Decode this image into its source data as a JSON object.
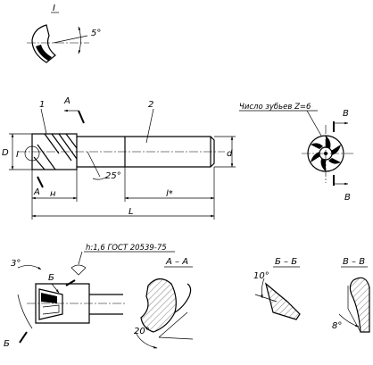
{
  "labels": {
    "detail_mark": "I",
    "detail_angle": "5°",
    "pos_1": "1",
    "pos_2": "2",
    "section_a_top": "A",
    "section_a_bottom": "A",
    "dim_D": "D",
    "dim_d": "d",
    "dim_I": "I",
    "dim_h": "н",
    "dim_l": "l*",
    "dim_L": "L",
    "helix_angle": "25°",
    "teeth_note": "Число зубьев Z=6",
    "section_b_top": "Б",
    "section_b_bottom": "Б",
    "section_v_top": "В",
    "section_v_bottom": "В",
    "gost_note": "h:1,6 ГОСТ 20539-75",
    "detail_b": "Б",
    "detail_b2": "Б",
    "angle_3": "3°",
    "section_aa_title": "А – А",
    "section_bb_title": "Б – Б",
    "section_vv_title": "В – В",
    "angle_20": "20°",
    "angle_10": "10°",
    "angle_8": "8°"
  }
}
